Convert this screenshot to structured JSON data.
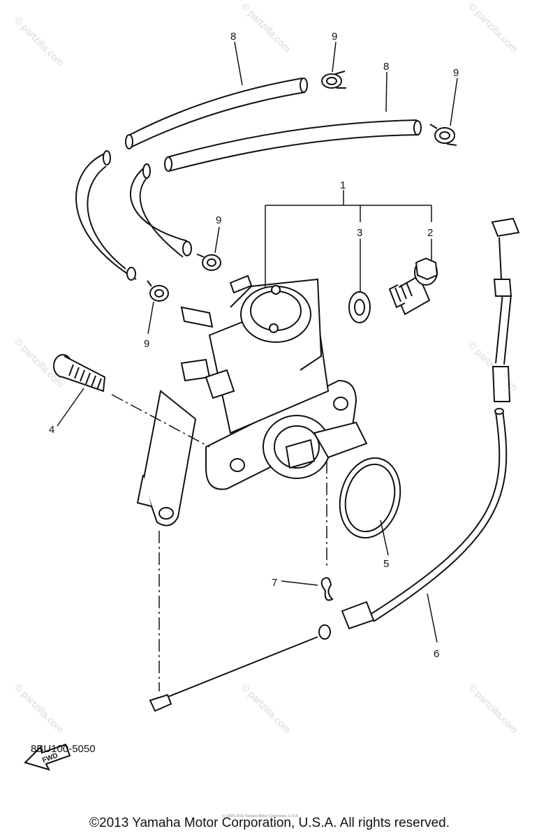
{
  "diagram": {
    "part_code": "8BU100-5050",
    "copyright": "©2013 Yamaha Motor Corporation, U.S.A. All rights reserved.",
    "tiny_credit": "(c) 2005-2016 Yamaha Motor Corporation, U.S.A.",
    "fwd_label": "FWD",
    "watermark": "© partzilla.com",
    "callouts": {
      "c1": "1",
      "c2": "2",
      "c3": "3",
      "c4": "4",
      "c5": "5",
      "c6": "6",
      "c7": "7",
      "c8a": "8",
      "c8b": "8",
      "c9a": "9",
      "c9b": "9",
      "c9c": "9",
      "c9d": "9"
    }
  }
}
